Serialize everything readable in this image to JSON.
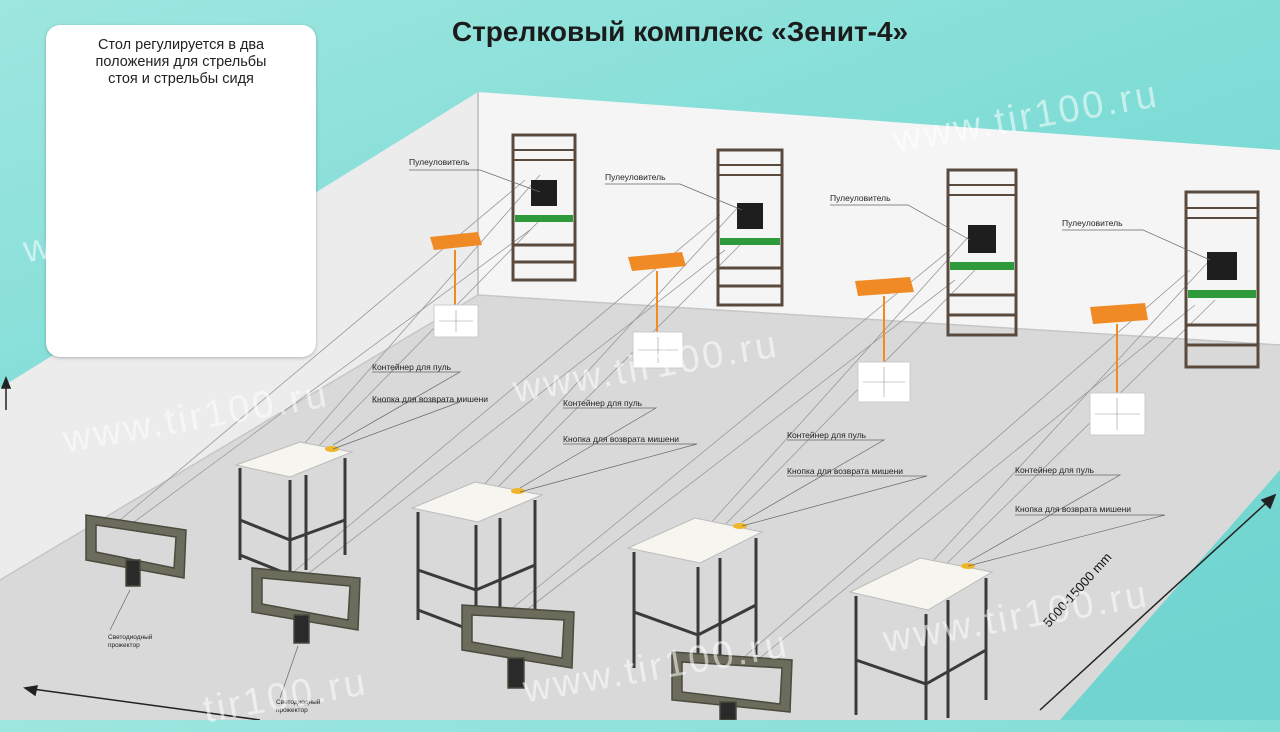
{
  "title": "Стрелковый комплекс «Зенит-4»",
  "infobox": {
    "lines": [
      "Стол регулируется в два",
      "положения для стрельбы",
      "стоя и стрельбы сидя"
    ]
  },
  "labels": {
    "bullet_catcher": "Пулеуловитель",
    "bullet_container": "Контейнер для пуль",
    "target_return_button": "Кнопка для возврата мишени",
    "led_projector_line1": "Светодиодный",
    "led_projector_line2": "прожектор"
  },
  "dimension": "5000-15000 mm",
  "watermark": "www.tir100.ru",
  "watermark_alt": "tir100.ru",
  "colors": {
    "background": "#7fdcd6",
    "floor": "#dcdcdc",
    "wall": "#f4f4f4",
    "frame": "#5a4a3e",
    "green": "#2f9a3a",
    "orange": "#f08a24",
    "target": "#1e1e1e"
  }
}
